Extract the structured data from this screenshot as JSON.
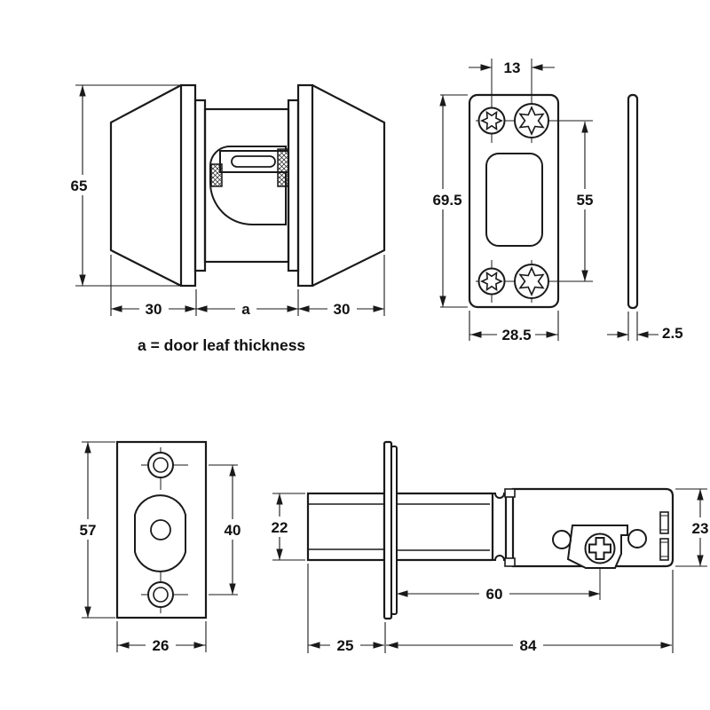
{
  "drawing": {
    "subject": "door-lock-dimensional-drawing"
  },
  "knob_view": {
    "height": "65",
    "left_projection": "30",
    "door_thickness": "a",
    "right_projection": "30",
    "note": "a = door leaf thickness"
  },
  "plate_front_view": {
    "hole_offset": "13",
    "height": "69.5",
    "hole_pitch": "55",
    "width": "28.5"
  },
  "plate_side_view": {
    "thickness": "2.5"
  },
  "strike_view": {
    "height": "57",
    "hole_pitch": "40",
    "width": "26"
  },
  "latch_view": {
    "bolt_height": "22",
    "backset": "60",
    "case_height": "23",
    "bolt_length": "25",
    "case_length": "84"
  }
}
